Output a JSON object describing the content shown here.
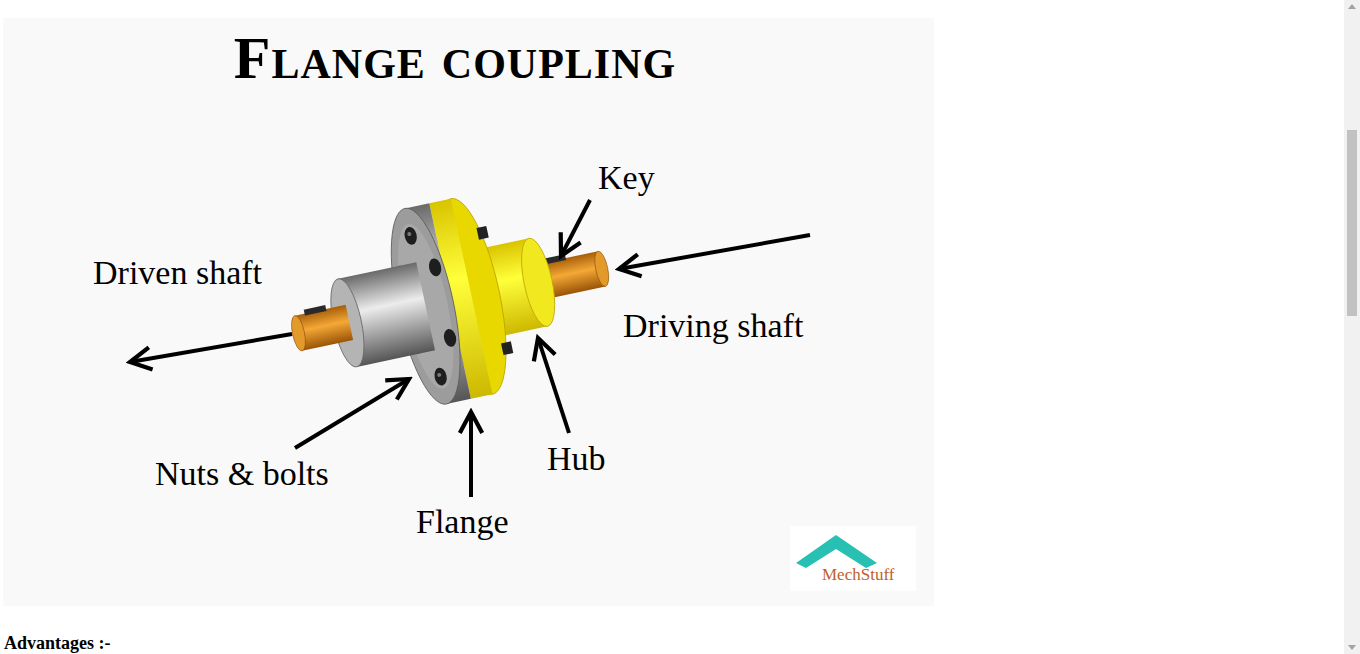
{
  "diagram": {
    "title": "Flange coupling",
    "labels": [
      "Key",
      "Driven shaft",
      "Driving shaft",
      "Nuts & bolts",
      "Hub",
      "Flange",
      "MechStuff",
      "Advantages :-"
    ]
  }
}
